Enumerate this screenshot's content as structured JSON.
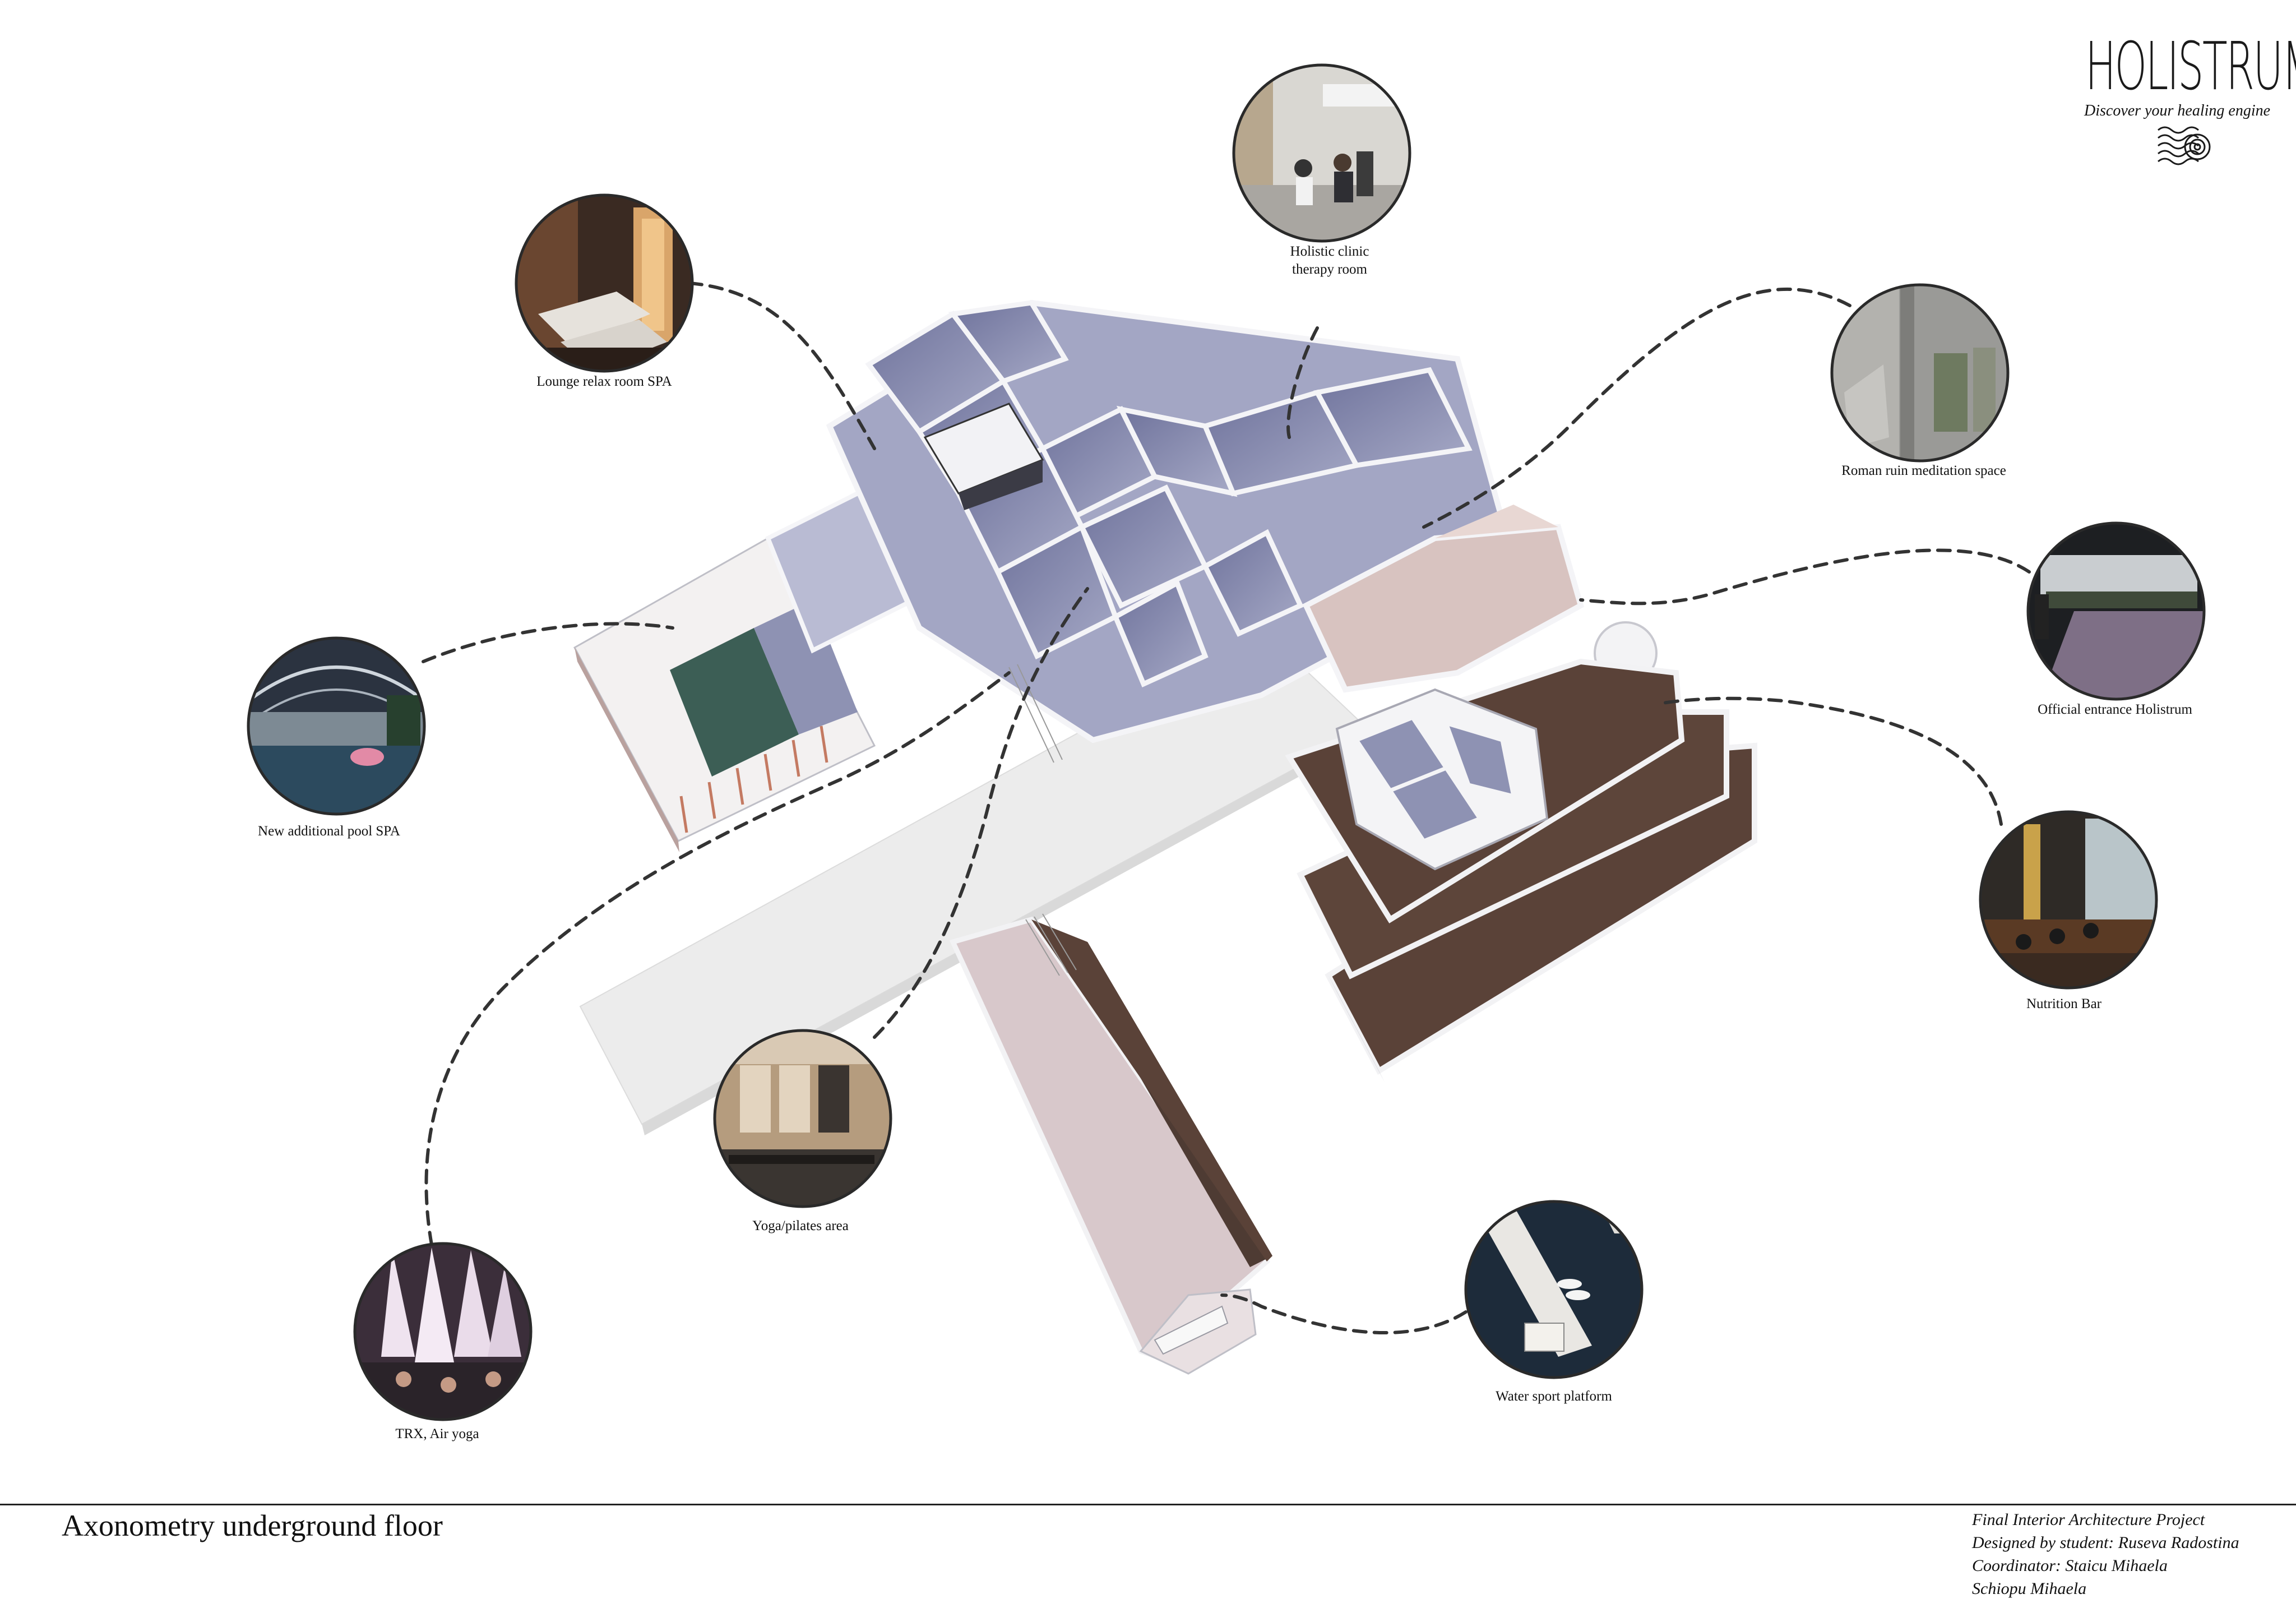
{
  "brand": {
    "name": "HOLISTRUM",
    "tagline": "Discover your healing engine"
  },
  "sheet": {
    "title": "Axonometry underground floor",
    "credits": [
      "Final Interior Architecture Project",
      "Designed by student: Ruseva Radostina",
      "Coordinator: Staicu Mihaela",
      "Schiopu Mihaela"
    ]
  },
  "spaces": [
    {
      "id": "lounge",
      "label_lines": [
        "Lounge relax room SPA"
      ],
      "photo": "spa-lounge-photo"
    },
    {
      "id": "clinic",
      "label_lines": [
        "Holistic clinic",
        "therapy room"
      ],
      "photo": "clinic-photo"
    },
    {
      "id": "roman",
      "label_lines": [
        "Roman ruin meditation space"
      ],
      "photo": "ruin-photo"
    },
    {
      "id": "entrance",
      "label_lines": [
        "Official entrance Holistrum"
      ],
      "photo": "entrance-photo"
    },
    {
      "id": "nutrition",
      "label_lines": [
        "Nutrition Bar"
      ],
      "photo": "bar-photo"
    },
    {
      "id": "pool",
      "label_lines": [
        "New additional pool SPA"
      ],
      "photo": "pool-photo"
    },
    {
      "id": "yoga",
      "label_lines": [
        "Yoga/pilates area"
      ],
      "photo": "yoga-photo"
    },
    {
      "id": "trx",
      "label_lines": [
        "TRX, Air yoga"
      ],
      "photo": "aerial-yoga-photo"
    },
    {
      "id": "water",
      "label_lines": [
        "Water sport platform"
      ],
      "photo": "water-platform-photo"
    }
  ],
  "colors": {
    "wall": "#f1f1f5",
    "floor": "#8e92b3",
    "floor_light": "#c9cbde",
    "wood": "#5a4238",
    "pool_water": "#3c5e55",
    "pink_floor": "#d8c3c0",
    "path": "#ededed"
  }
}
